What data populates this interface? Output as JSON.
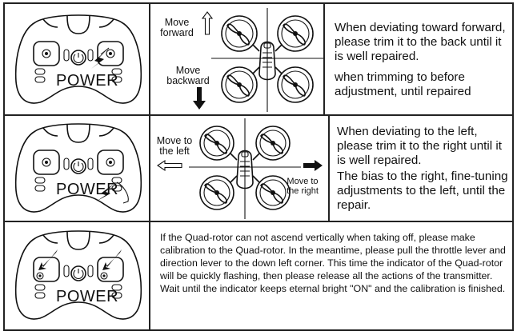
{
  "remote": {
    "power_label": "POWER"
  },
  "row1": {
    "move_forward": "Move\nforward",
    "move_backward": "Move\nbackward",
    "text_a": "When deviating toward forward, please trim it to the back until it is well repaired.",
    "text_b": "when trimming to before adjustment, until repaired"
  },
  "row2": {
    "move_left": "Move to\nthe left",
    "move_right": "Move to\nthe right",
    "text_a": "When deviating to the left, please trim it to the right until it is well repaired.",
    "text_b": "The bias to the right, fine-tuning adjustments to the left, until the repair."
  },
  "row3": {
    "text": "If the Quad-rotor can not ascend vertically when taking off, please make calibration to the Quad-rotor. In the meantime, please pull the throttle lever and direction lever to the down left corner. This time the indicator of the Quad-rotor will be quickly flashing, then please release all the actions of the transmitter. Wait until the indicator keeps eternal bright \"ON\" and the calibration is finished."
  }
}
